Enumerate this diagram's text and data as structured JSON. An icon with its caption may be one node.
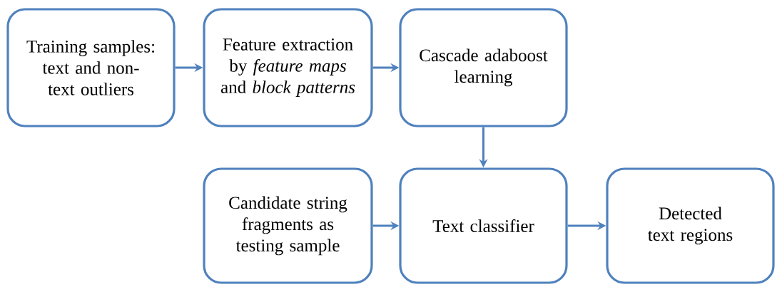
{
  "diagram": {
    "nodes": [
      {
        "text": [
          "Training samples: text and non-text outliers"
        ]
      },
      {
        "text": [
          "Feature extraction by *feature maps* and *block patterns*"
        ]
      },
      {
        "text": [
          "Cascade adaboost learning"
        ]
      },
      {
        "text": [
          "Candidate string fragments as testing sample"
        ]
      },
      {
        "text": [
          "Text classifier"
        ]
      },
      {
        "text": [
          "Detected text regions"
        ]
      }
    ],
    "edges": [
      {
        "from": 0,
        "to": 1,
        "arrow": "to"
      },
      {
        "from": 1,
        "to": 2,
        "arrow": "to"
      },
      {
        "from": 2,
        "to": 4,
        "arrow": "to"
      },
      {
        "from": 3,
        "to": 4,
        "arrow": "to"
      },
      {
        "from": 4,
        "to": 5,
        "arrow": "to"
      }
    ]
  }
}
